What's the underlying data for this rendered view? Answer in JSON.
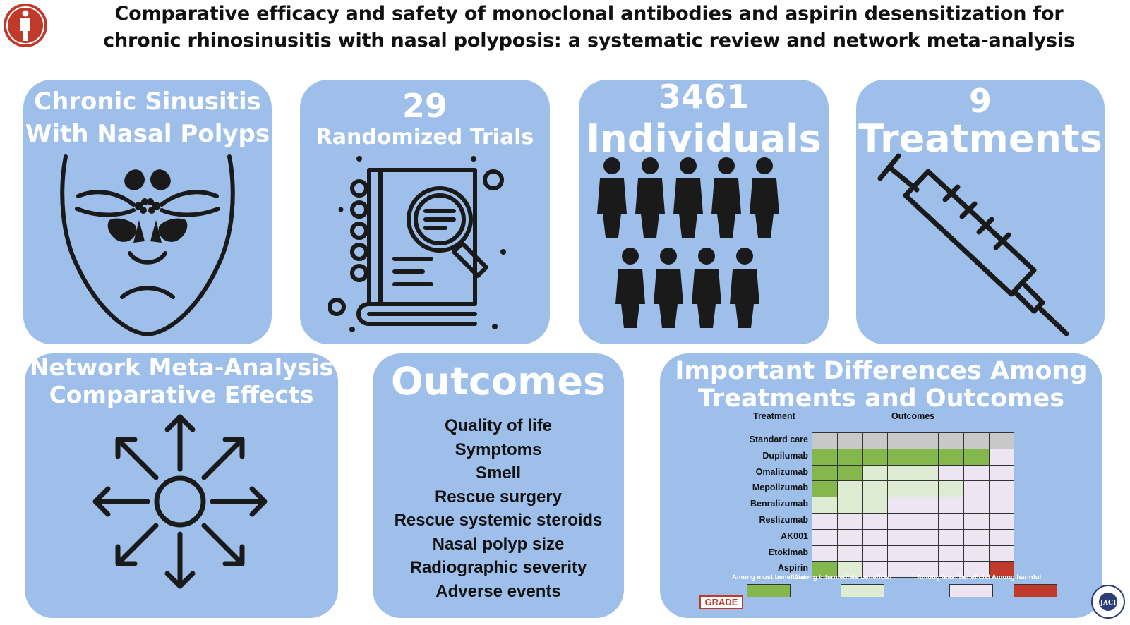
{
  "title": {
    "line1": "Comparative efficacy and safety of monoclonal antibodies and aspirin desensitization for",
    "line2": "chronic rhinosinusitis with nasal polyposis: a systematic review and network meta-analysis"
  },
  "cards": {
    "crswnp": {
      "line1": "Chronic Sinusitis",
      "line2": "With Nasal Polyps",
      "icon": "face-sinus-icon"
    },
    "trials": {
      "number": "29",
      "label": "Randomized Trials",
      "icon": "book-magnifier-icon"
    },
    "individuals": {
      "number": "3461",
      "label": "Individuals",
      "icon": "people-icon"
    },
    "treatments": {
      "number": "9",
      "label": "Treatments",
      "icon": "syringe-icon"
    },
    "nma": {
      "line1": "Network Meta-Analysis",
      "line2": "Comparative Effects",
      "icon": "arrows-out-icon"
    },
    "outcomes": {
      "title": "Outcomes",
      "items": [
        "Quality of life",
        "Symptoms",
        "Smell",
        "Rescue surgery",
        "Rescue systemic steroids",
        "Nasal polyp size",
        "Radiographic severity",
        "Adverse events"
      ]
    },
    "differences": {
      "line1": "Important Differences Among",
      "line2": "Treatments and Outcomes",
      "treatment_header": "Treatment",
      "outcomes_header": "Outcomes",
      "rows": [
        {
          "treatment": "Standard care",
          "cells": [
            "ref",
            "ref",
            "ref",
            "ref",
            "ref",
            "ref",
            "ref",
            "ref"
          ]
        },
        {
          "treatment": "Dupilumab",
          "cells": [
            "most",
            "most",
            "most",
            "most",
            "most",
            "most",
            "most",
            "least"
          ]
        },
        {
          "treatment": "Omalizumab",
          "cells": [
            "most",
            "most",
            "inter",
            "inter",
            "inter",
            "least",
            "least",
            "least"
          ]
        },
        {
          "treatment": "Mepolizumab",
          "cells": [
            "most",
            "inter",
            "inter",
            "inter",
            "inter",
            "inter",
            "least",
            "least"
          ]
        },
        {
          "treatment": "Benralizumab",
          "cells": [
            "inter",
            "inter",
            "inter",
            "least",
            "least",
            "least",
            "least",
            "least"
          ]
        },
        {
          "treatment": "Reslizumab",
          "cells": [
            "least",
            "least",
            "least",
            "least",
            "least",
            "least",
            "least",
            "least"
          ]
        },
        {
          "treatment": "AK001",
          "cells": [
            "least",
            "least",
            "least",
            "least",
            "least",
            "least",
            "least",
            "least"
          ]
        },
        {
          "treatment": "Etokimab",
          "cells": [
            "least",
            "least",
            "least",
            "least",
            "least",
            "least",
            "least",
            "least"
          ]
        },
        {
          "treatment": "Aspirin",
          "cells": [
            "most",
            "inter",
            "least",
            "least",
            "least",
            "least",
            "least",
            "harm"
          ]
        }
      ],
      "legend": {
        "grade": "GRADE",
        "items": [
          {
            "key": "most",
            "label": "Among most beneficial"
          },
          {
            "key": "inter",
            "label": "Among intermediate beneficial"
          },
          {
            "key": "least",
            "label": "Among least beneficial"
          },
          {
            "key": "harm",
            "label": "Among harmful"
          }
        ]
      },
      "colors": {
        "ref": "#c8c8c8",
        "most": "#84b84c",
        "inter": "#ddecd3",
        "least": "#ede6f2",
        "harm": "#c0392b"
      }
    }
  },
  "colors": {
    "card_bg": "#9dbfea",
    "title_text": "#ffffff",
    "icon": "#1a1a1a",
    "header_icon": "#c0392b"
  },
  "journal_seal": {
    "text": "JACI",
    "icon": "journal-seal-icon"
  }
}
